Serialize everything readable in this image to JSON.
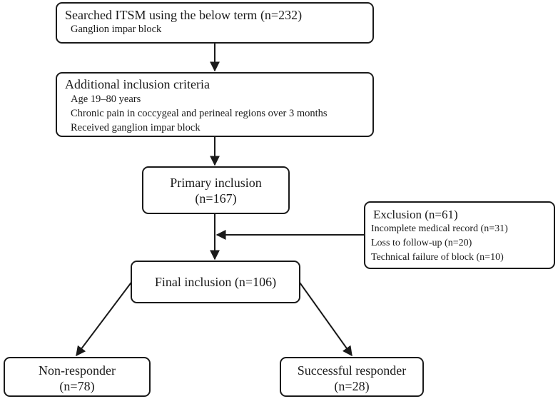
{
  "search": {
    "title": "Searched ITSM using the below term (n=232)",
    "items": [
      "Ganglion impar block"
    ]
  },
  "criteria": {
    "title": "Additional inclusion criteria",
    "items": [
      "Age 19–80 years",
      "Chronic pain in coccygeal and perineal regions over 3 months",
      "Received ganglion impar block"
    ]
  },
  "primary": {
    "title": "Primary inclusion",
    "count": "(n=167)"
  },
  "exclusion": {
    "title": "Exclusion (n=61)",
    "items": [
      "Incomplete medical record (n=31)",
      "Loss to follow-up (n=20)",
      "Technical failure of block (n=10)"
    ]
  },
  "final": {
    "title": "Final inclusion (n=106)"
  },
  "non_responder": {
    "title": "Non-responder",
    "count": "(n=78)"
  },
  "successful_responder": {
    "title": "Successful responder",
    "count": "(n=28)"
  }
}
